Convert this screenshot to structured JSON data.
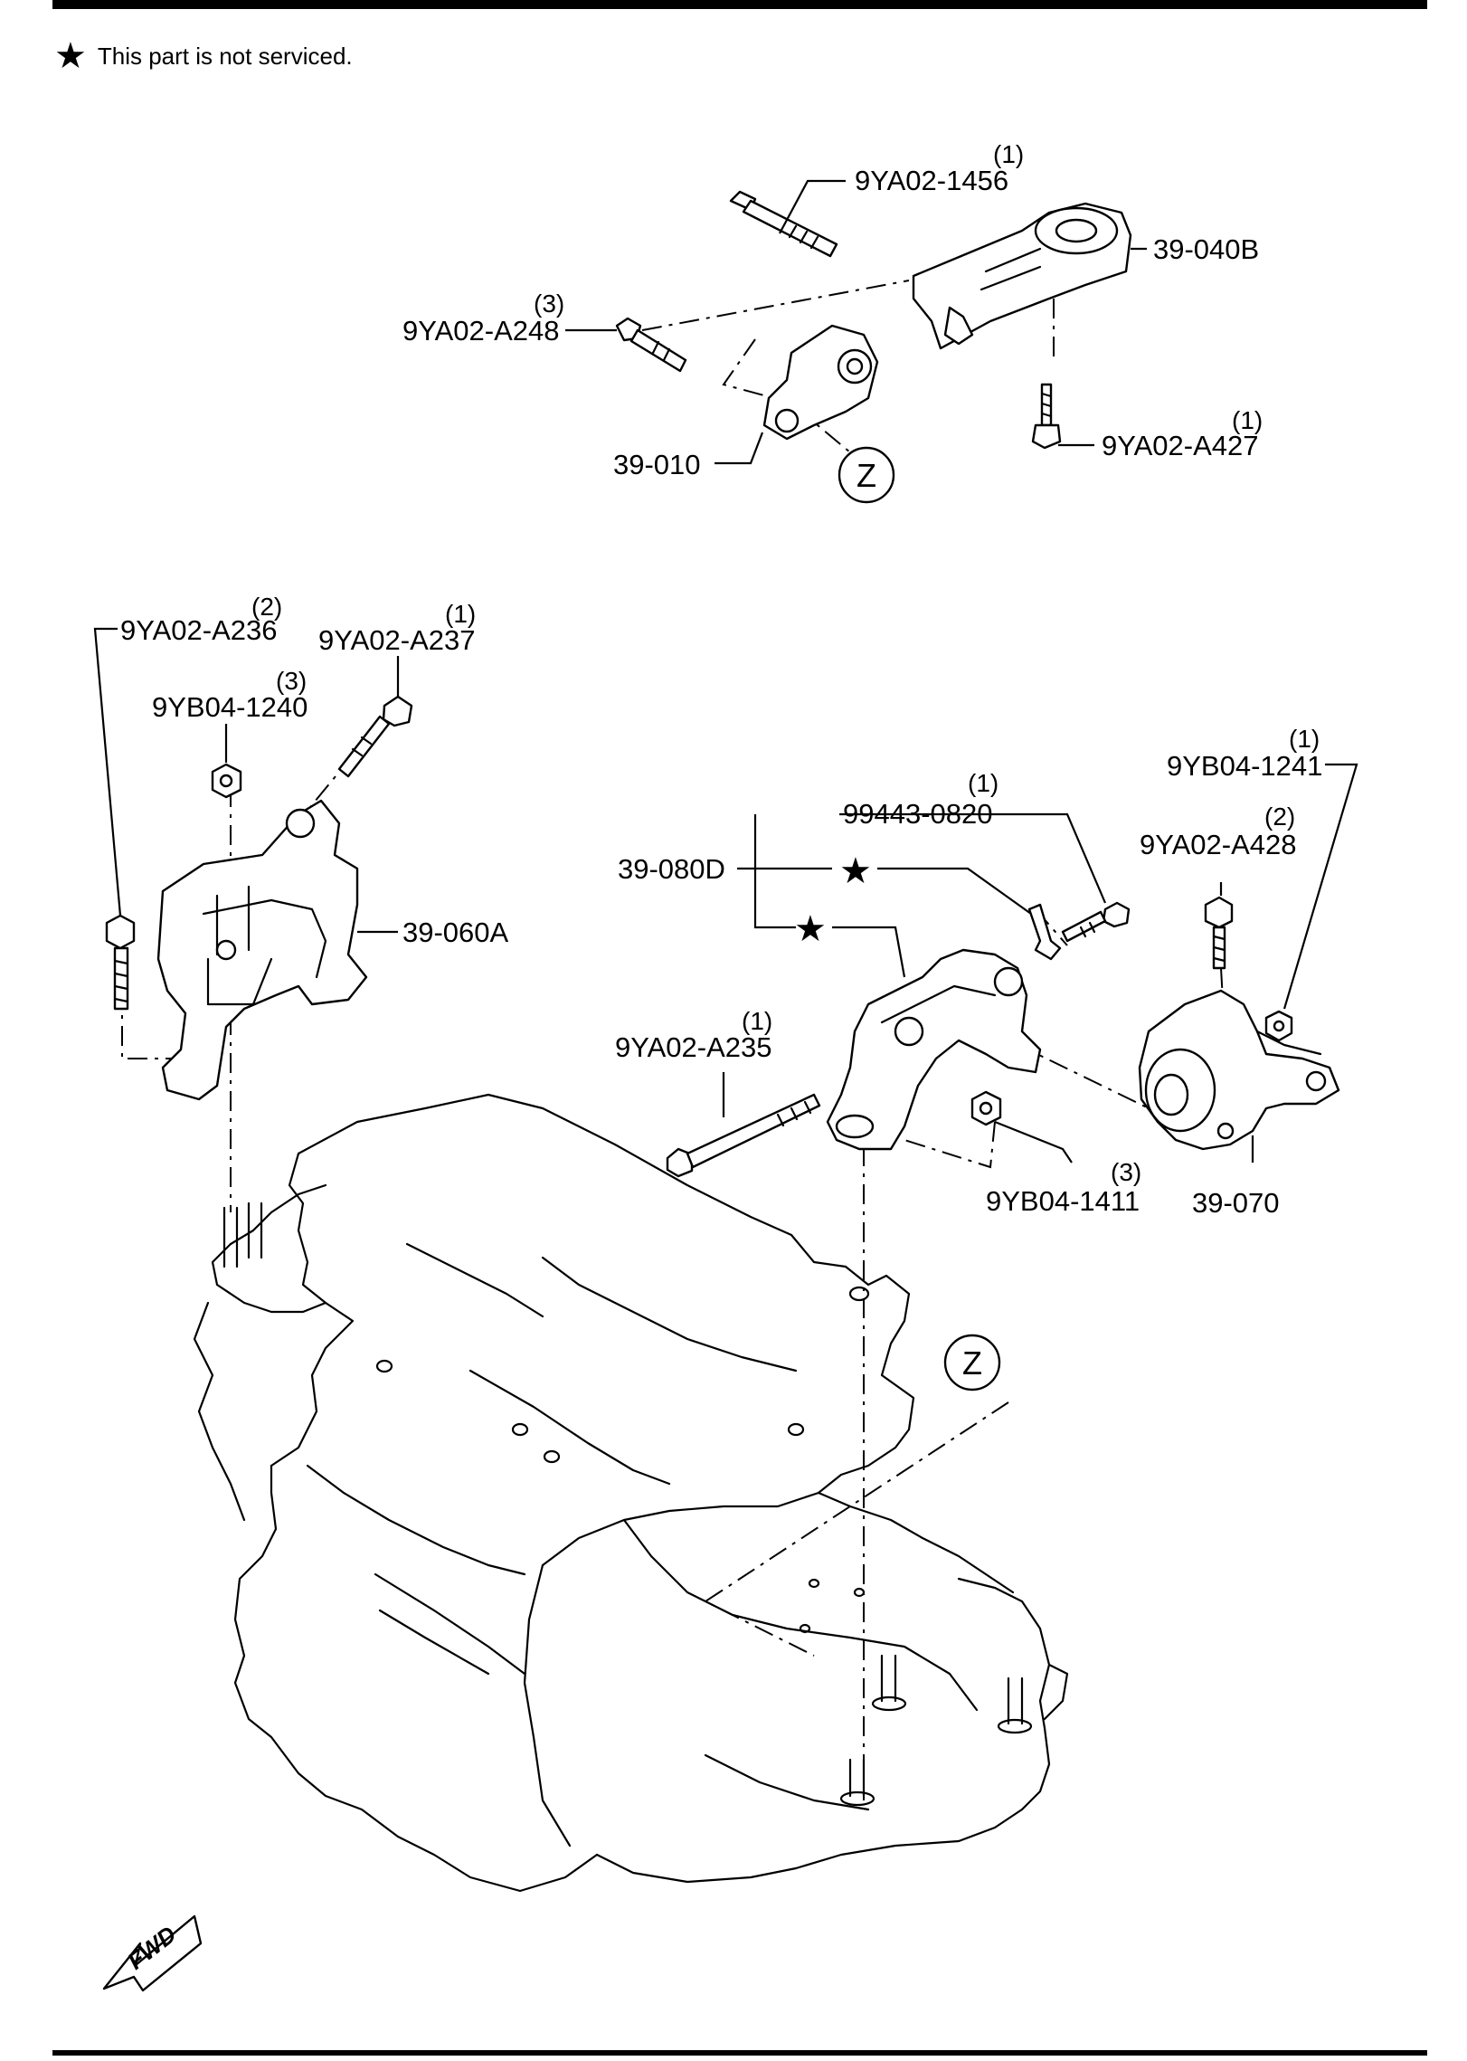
{
  "header": {
    "note_symbol": "★",
    "note_text": "This part is not serviced."
  },
  "callouts": {
    "p_9YA02_1456": {
      "number": "9YA02-1456",
      "qty": "(1)"
    },
    "p_39_040B": {
      "number": "39-040B"
    },
    "p_9YA02_A248": {
      "number": "9YA02-A248",
      "qty": "(3)"
    },
    "p_39_010": {
      "number": "39-010"
    },
    "p_9YA02_A427": {
      "number": "9YA02-A427",
      "qty": "(1)"
    },
    "p_9YA02_A236": {
      "number": "9YA02-A236",
      "qty": "(2)"
    },
    "p_9YA02_A237": {
      "number": "9YA02-A237",
      "qty": "(1)"
    },
    "p_9YB04_1240": {
      "number": "9YB04-1240",
      "qty": "(3)"
    },
    "p_39_060A": {
      "number": "39-060A"
    },
    "p_99443_0820": {
      "number": "99443-0820",
      "qty": "(1)"
    },
    "p_39_080D": {
      "number": "39-080D"
    },
    "p_9YB04_1241": {
      "number": "9YB04-1241",
      "qty": "(1)"
    },
    "p_9YA02_A428": {
      "number": "9YA02-A428",
      "qty": "(2)"
    },
    "p_9YA02_A235": {
      "number": "9YA02-A235",
      "qty": "(1)"
    },
    "p_9YB04_1411": {
      "number": "9YB04-1411",
      "qty": "(3)"
    },
    "p_39_070": {
      "number": "39-070"
    }
  },
  "markers": {
    "not_serviced": "★",
    "ref_upper": "Z",
    "ref_lower": "Z"
  },
  "direction": {
    "label": "FWD"
  }
}
